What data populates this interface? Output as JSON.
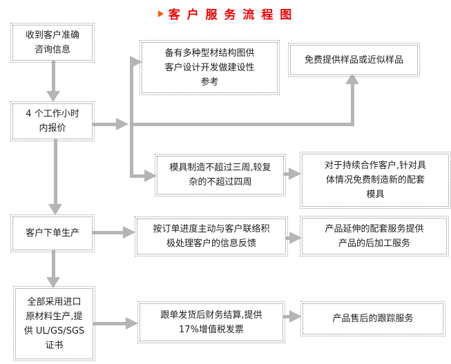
{
  "title": {
    "text": "客 户 服 务 流 程 图",
    "bullet_icon": "right-triangle"
  },
  "colors": {
    "title_red": "#f20000",
    "bullet_orange": "#ff5a00",
    "arrow_gray": "#b5b5b5",
    "box_border_gray": "#7e7e7e",
    "text_color": "#1b1b1b",
    "background": "#ffffff"
  },
  "flow": {
    "left_column": [
      {
        "label": "收到客户准确\n咨询信息"
      },
      {
        "label": "4 个工作小时\n内报价"
      },
      {
        "label": "客户下单生产"
      },
      {
        "label": "全部采用进口\n原材料生产,提\n供 UL/GS/SGS\n证书"
      }
    ],
    "middle_column": [
      {
        "label": "备有多种型材结构图供\n客户设计开发做建设性\n参考"
      },
      {
        "label": "模具制造不超过三周,较复\n杂的不超过四周"
      },
      {
        "label": "按订单进度主动与客户联络积\n极处理客户的信息反馈"
      },
      {
        "label": "跟单发货后财务结算,提供\n17%增值税发票"
      }
    ],
    "right_column": [
      {
        "label": "免费提供样品或近似样品"
      },
      {
        "label": "对于持续合作客户,针对具\n体情况免费制造新的配套\n模具"
      },
      {
        "label": "产品延伸的配套服务提供\n产品的后加工服务"
      },
      {
        "label": "产品售后的跟踪服务"
      }
    ]
  }
}
